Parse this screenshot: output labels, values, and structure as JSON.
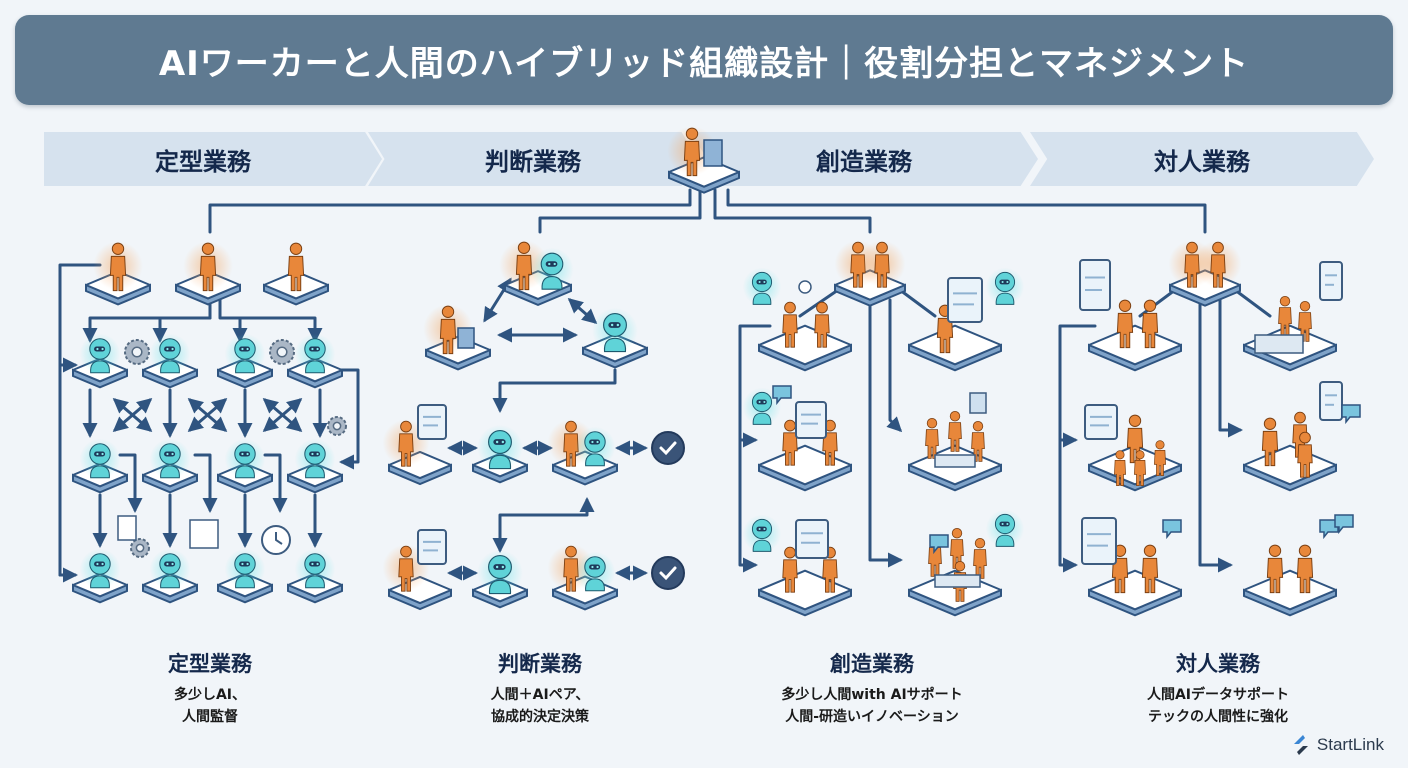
{
  "title": "AIワーカーと人間のハイブリッド組織設計｜役割分担とマネジメント",
  "banner": [
    {
      "label": "定型業務"
    },
    {
      "label": "判断業務"
    },
    {
      "label": "創造業務"
    },
    {
      "label": "対人業務"
    }
  ],
  "sections": [
    {
      "heading": "定型業務",
      "line1": "多少しAI、",
      "line2": "人間監督"
    },
    {
      "heading": "判断業務",
      "line1": "人間＋AIペア、",
      "line2": "協成的決定決策"
    },
    {
      "heading": "創造業務",
      "line1": "多少し人間with AIサポート",
      "line2": "人間-研造いイノベーション"
    },
    {
      "heading": "対人業務",
      "line1": "人間AIデータサポート",
      "line2": "テックの人間性に強化"
    }
  ],
  "colors": {
    "title_bg": "#5f7a91",
    "banner_bg": "#d6e2ee",
    "connector": "#2f5480",
    "human": "#e8873a",
    "robot": "#5fd3d8",
    "platform": "#ffffff",
    "check": "#3a5478"
  },
  "icons": {
    "hub": "manager-at-desk-icon",
    "human": "person-icon",
    "robot": "ai-robot-icon",
    "check": "check-circle-icon",
    "gear": "gear-icon",
    "document": "document-icon",
    "spreadsheet": "spreadsheet-icon",
    "clock": "clock-icon",
    "chart": "chart-board-icon",
    "whiteboard": "whiteboard-icon",
    "tablet": "tablet-icon",
    "chat": "chat-bubble-icon",
    "lightbulb": "lightbulb-icon"
  },
  "logo": {
    "text": "StartLink"
  }
}
